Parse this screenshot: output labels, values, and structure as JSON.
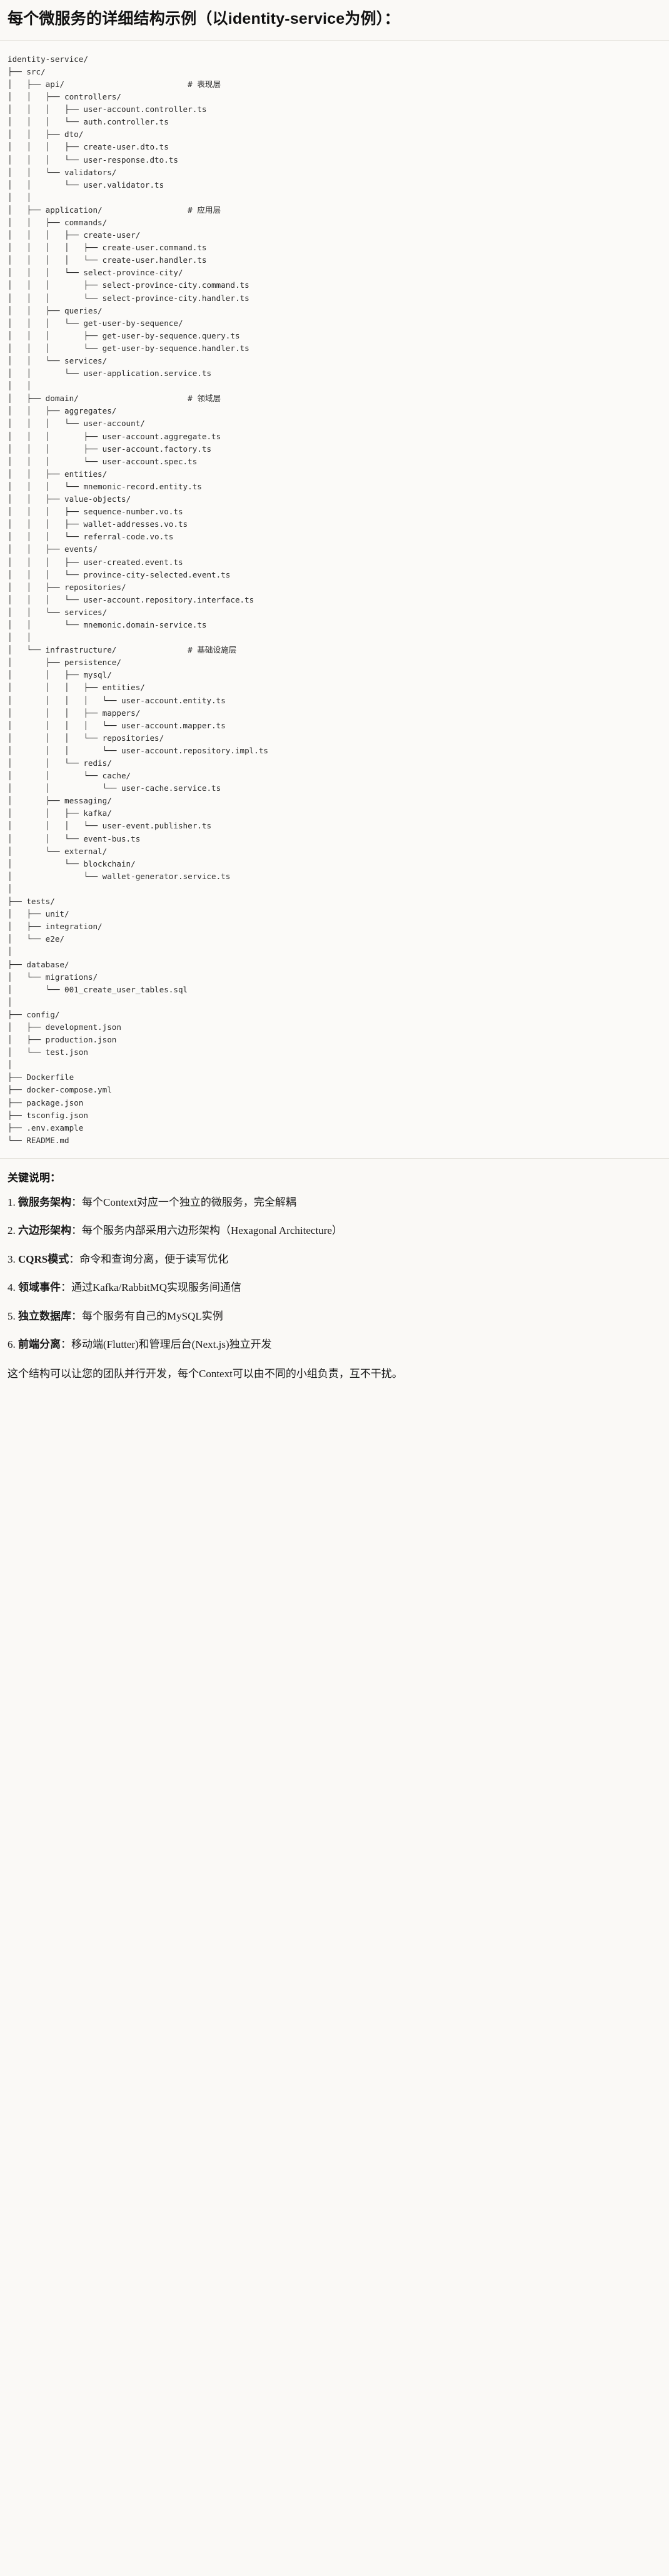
{
  "heading": "每个微服务的详细结构示例（以identity-service为例）：",
  "tree": {
    "title": "identity-service directory tree",
    "text": "identity-service/\n├── src/\n│   ├── api/                          # 表现层\n│   │   ├── controllers/\n│   │   │   ├── user-account.controller.ts\n│   │   │   └── auth.controller.ts\n│   │   ├── dto/\n│   │   │   ├── create-user.dto.ts\n│   │   │   └── user-response.dto.ts\n│   │   └── validators/\n│   │       └── user.validator.ts\n│   │\n│   ├── application/                  # 应用层\n│   │   ├── commands/\n│   │   │   ├── create-user/\n│   │   │   │   ├── create-user.command.ts\n│   │   │   │   └── create-user.handler.ts\n│   │   │   └── select-province-city/\n│   │   │       ├── select-province-city.command.ts\n│   │   │       └── select-province-city.handler.ts\n│   │   ├── queries/\n│   │   │   └── get-user-by-sequence/\n│   │   │       ├── get-user-by-sequence.query.ts\n│   │   │       └── get-user-by-sequence.handler.ts\n│   │   └── services/\n│   │       └── user-application.service.ts\n│   │\n│   ├── domain/                       # 领域层\n│   │   ├── aggregates/\n│   │   │   └── user-account/\n│   │   │       ├── user-account.aggregate.ts\n│   │   │       ├── user-account.factory.ts\n│   │   │       └── user-account.spec.ts\n│   │   ├── entities/\n│   │   │   └── mnemonic-record.entity.ts\n│   │   ├── value-objects/\n│   │   │   ├── sequence-number.vo.ts\n│   │   │   ├── wallet-addresses.vo.ts\n│   │   │   └── referral-code.vo.ts\n│   │   ├── events/\n│   │   │   ├── user-created.event.ts\n│   │   │   └── province-city-selected.event.ts\n│   │   ├── repositories/\n│   │   │   └── user-account.repository.interface.ts\n│   │   └── services/\n│   │       └── mnemonic.domain-service.ts\n│   │\n│   └── infrastructure/               # 基础设施层\n│       ├── persistence/\n│       │   ├── mysql/\n│       │   │   ├── entities/\n│       │   │   │   └── user-account.entity.ts\n│       │   │   ├── mappers/\n│       │   │   │   └── user-account.mapper.ts\n│       │   │   └── repositories/\n│       │   │       └── user-account.repository.impl.ts\n│       │   └── redis/\n│       │       └── cache/\n│       │           └── user-cache.service.ts\n│       ├── messaging/\n│       │   ├── kafka/\n│       │   │   └── user-event.publisher.ts\n│       │   └── event-bus.ts\n│       └── external/\n│           └── blockchain/\n│               └── wallet-generator.service.ts\n│\n├── tests/\n│   ├── unit/\n│   ├── integration/\n│   └── e2e/\n│\n├── database/\n│   └── migrations/\n│       └── 001_create_user_tables.sql\n│\n├── config/\n│   ├── development.json\n│   ├── production.json\n│   └── test.json\n│\n├── Dockerfile\n├── docker-compose.yml\n├── package.json\n├── tsconfig.json\n├── .env.example\n└── README.md"
  },
  "notes": {
    "title": "关键说明：",
    "items": [
      {
        "num": "1. ",
        "term": "微服务架构",
        "rest": "：每个Context对应一个独立的微服务，完全解耦"
      },
      {
        "num": "2. ",
        "term": "六边形架构",
        "rest": "：每个服务内部采用六边形架构（Hexagonal Architecture）"
      },
      {
        "num": "3. ",
        "term": "CQRS模式",
        "rest": "：命令和查询分离，便于读写优化"
      },
      {
        "num": "4. ",
        "term": "领域事件",
        "rest": "：通过Kafka/RabbitMQ实现服务间通信"
      },
      {
        "num": "5. ",
        "term": "独立数据库",
        "rest": "：每个服务有自己的MySQL实例"
      },
      {
        "num": "6. ",
        "term": "前端分离",
        "rest": "：移动端(Flutter)和管理后台(Next.js)独立开发"
      }
    ],
    "closing": "这个结构可以让您的团队并行开发，每个Context可以由不同的小组负责，互不干扰。"
  },
  "colors": {
    "background": "#faf9f6",
    "code_background": "#fbfaf8",
    "text": "#1a1a1a",
    "code_text": "#2b2b2b",
    "rule": "#e6e4de"
  }
}
